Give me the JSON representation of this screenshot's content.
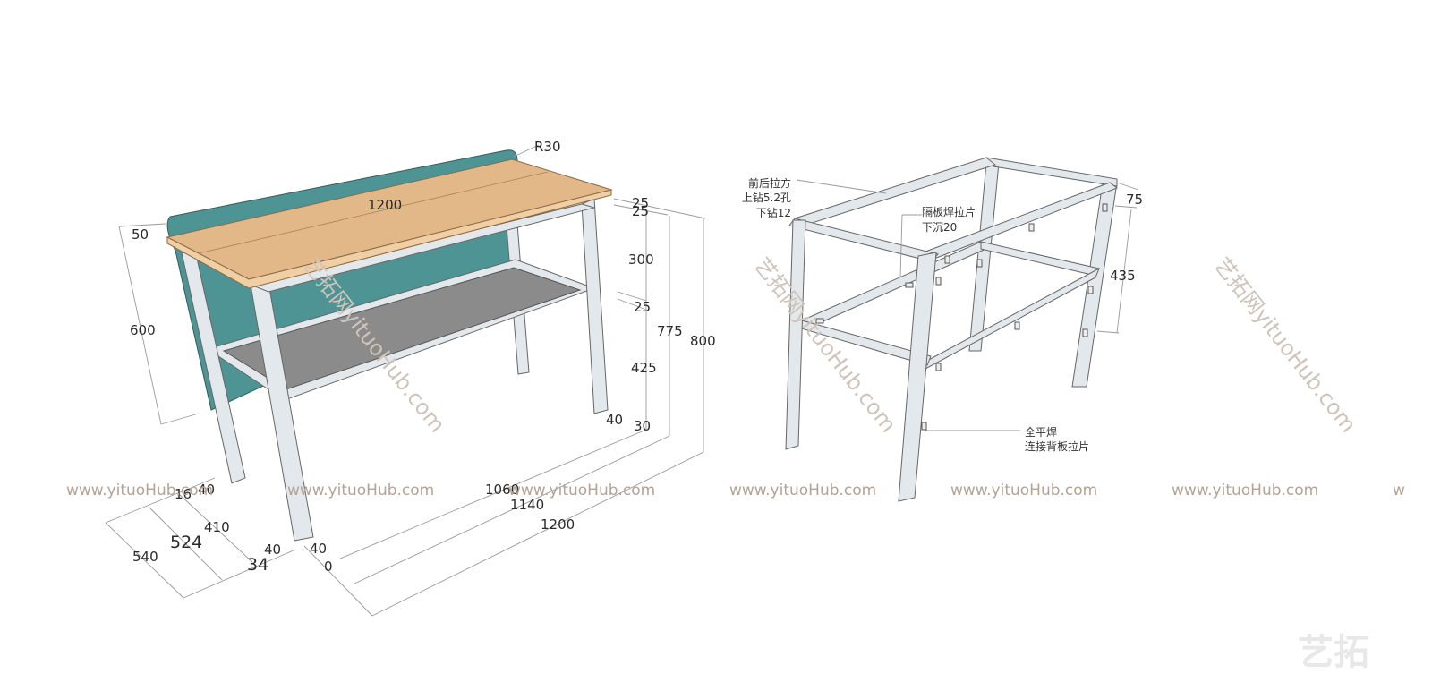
{
  "colors": {
    "panel": "#4f9494",
    "wood_top": "#e3b889",
    "wood_edge": "#f1cfa4",
    "shelf": "#8b8b8b",
    "frame": "#e3e8ec",
    "watermark": "#b5a294",
    "watermark_diag": "#cfc4ba"
  },
  "left_view": {
    "dims": {
      "r30": "R30",
      "len1200_top": "1200",
      "d50": "50",
      "h600": "600",
      "t25a": "25",
      "t25b": "25",
      "d300": "300",
      "d25": "25",
      "d425": "425",
      "d775": "775",
      "d800": "800",
      "d40_right": "40",
      "d30": "30",
      "d1060": "1060",
      "d1140": "1140",
      "d1200_bottom": "1200",
      "d16": "16",
      "d40_a": "40",
      "d410": "410",
      "d524": "524",
      "d540": "540",
      "d40_b": "40",
      "d34": "34",
      "d40_c": "40",
      "d0": "0"
    }
  },
  "right_view": {
    "notes": {
      "front_back_line1": "前后拉方",
      "front_back_line2": "上钻5.2孔",
      "front_back_line3": "下钻12",
      "shelf_weld_line1": "隔板焊拉片",
      "shelf_weld_line2": "下沉20",
      "full_weld_line1": "全平焊",
      "full_weld_line2": "连接背板拉片"
    },
    "dims": {
      "d75": "75",
      "d435": "435"
    }
  },
  "watermarks": {
    "url": "www.yituoHub.com",
    "url_partial": "w",
    "diagonal": "艺拓网yituoHub.com",
    "logo": "艺拓"
  }
}
